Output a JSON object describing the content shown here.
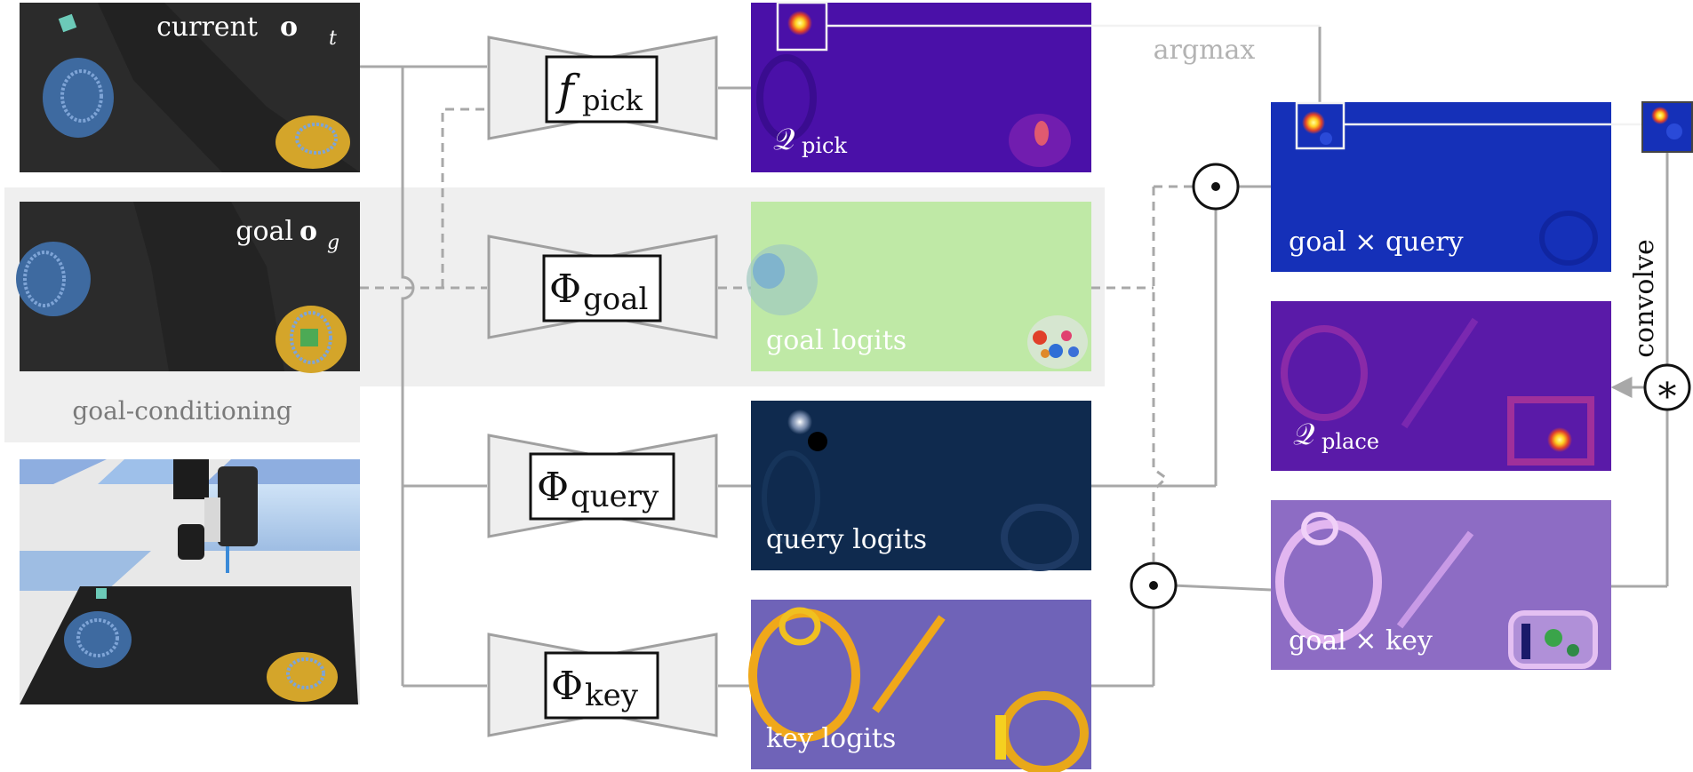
{
  "observations": {
    "current": {
      "label": "current",
      "symbol": "o",
      "subscript": "t"
    },
    "goal": {
      "label": "goal",
      "symbol": "o",
      "subscript": "g"
    }
  },
  "goal_conditioning_label": "goal-conditioning",
  "networks": {
    "pick": {
      "symbol": "f",
      "subscript": "pick"
    },
    "goal": {
      "symbol": "Φ",
      "subscript": "goal"
    },
    "query": {
      "symbol": "Φ",
      "subscript": "query"
    },
    "key": {
      "symbol": "Φ",
      "subscript": "key"
    }
  },
  "maps": {
    "q_pick": {
      "symbol": "𝒬",
      "subscript": "pick"
    },
    "goal_logits": "goal logits",
    "query_logits": "query logits",
    "key_logits": "key logits",
    "goal_x_query": "goal × query",
    "q_place": {
      "symbol": "𝒬",
      "subscript": "place"
    },
    "goal_x_key": "goal × key"
  },
  "operators": {
    "argmax": "argmax",
    "convolve": "convolve",
    "hadamard": "⊙",
    "convolution": "∗"
  },
  "colors": {
    "dark_scene": "#2b2b2b",
    "plasma_bg": "#4a10a8",
    "goal_logits_bg": "#bfe9a6",
    "query_logits_bg": "#0f2a4e",
    "key_logits_bg": "#6f63b8",
    "goal_query_bg": "#1530b8",
    "q_place_bg": "#5a1aa8",
    "goal_key_bg": "#8d6cc4",
    "connector": "#a8a8a8",
    "highlight_box": "#f2f2f2"
  }
}
